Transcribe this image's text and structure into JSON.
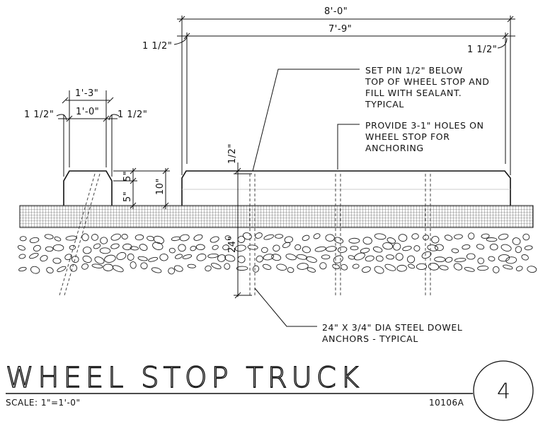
{
  "dimensions": {
    "overall_length": "8'-0\"",
    "inner_length": "7'-9\"",
    "end_chamfer_left": "1 1/2\"",
    "end_chamfer_right": "1 1/2\"",
    "section_top_width": "1'-3\"",
    "section_base_width": "1'-0\"",
    "section_chamfer_left": "1 1/2\"",
    "section_chamfer_right": "1 1/2\"",
    "upper_height": "5\"",
    "lower_height": "5\"",
    "total_height": "10\"",
    "pin_recess": "1/2\"",
    "dowel_depth": "24\""
  },
  "notes": {
    "pin_note": [
      "SET PIN 1/2\" BELOW",
      "TOP OF WHEEL STOP AND",
      "FILL WITH SEALANT.",
      "TYPICAL"
    ],
    "holes_note": [
      "PROVIDE 3-1\" HOLES ON",
      "WHEEL STOP FOR",
      "ANCHORING"
    ],
    "dowel_note": [
      "24\" X 3/4\" DIA STEEL DOWEL",
      "ANCHORS - TYPICAL"
    ]
  },
  "title_block": {
    "title": "WHEEL STOP TRUCK",
    "scale": "SCALE: 1\"=1'-0\"",
    "drawing_code": "10106A",
    "detail_number": "4"
  }
}
